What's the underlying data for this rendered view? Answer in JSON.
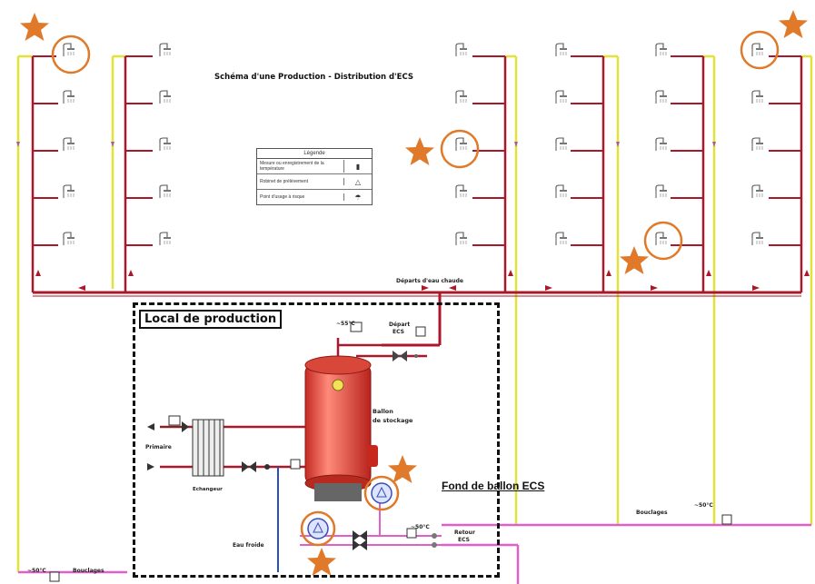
{
  "title": "Schéma d'une Production - Distribution d'ECS",
  "legend": {
    "title": "Légende",
    "rows": [
      {
        "text": "Mesure ou enregistrement de la température"
      },
      {
        "text": "Robinet de prélèvement"
      },
      {
        "text": "Point d'usage à risque"
      }
    ]
  },
  "local_title": "Local de production",
  "fond_label": "Fond de ballon ECS",
  "labels": {
    "departs": "Départs d'eau chaude",
    "depart_ecs_1": "Départ",
    "depart_ecs_2": "ECS",
    "temp_55": "~55°C",
    "ballon_1": "Ballon",
    "ballon_2": "de stockage",
    "primaire": "Primaire",
    "echangeur": "Echangeur",
    "eau_froide": "Eau froide",
    "temp_50_a": "~50°C",
    "temp_50_b": "~50°C",
    "temp_50_c": "~50°C",
    "retour_1": "Retour",
    "retour_2": "ECS",
    "bouclages_a": "Bouclages",
    "bouclages_b": "Bouclages"
  },
  "colors": {
    "hot_pipe": "#a8192b",
    "loop_pipe": "#e2e23a",
    "return_pipe": "#e060c8",
    "cold_pipe": "#2a4fc0",
    "highlight": "#e07a2a",
    "tank": "#e8483a"
  }
}
